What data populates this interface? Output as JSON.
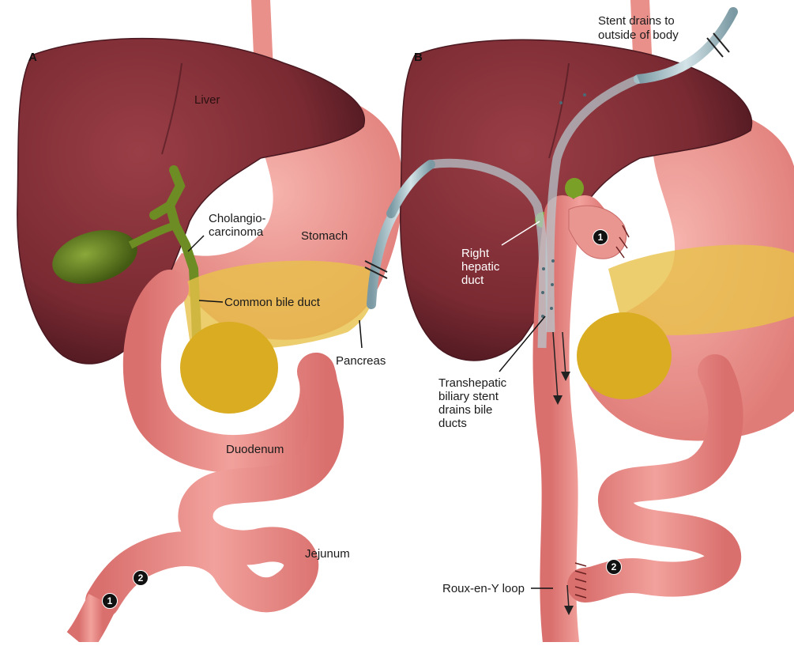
{
  "panels": {
    "a": "A",
    "b": "B"
  },
  "labels_a": {
    "liver": "Liver",
    "cholangio_1": "Cholangio-",
    "cholangio_2": "carcinoma",
    "stomach": "Stomach",
    "common_bile_duct": "Common bile duct",
    "pancreas": "Pancreas",
    "duodenum": "Duodenum",
    "jejunum": "Jejunum"
  },
  "labels_b": {
    "stent_drains_1": "Stent drains to",
    "stent_drains_2": "outside of body",
    "right_hepatic_1": "Right",
    "right_hepatic_2": "hepatic",
    "right_hepatic_3": "duct",
    "transhepatic_1": "Transhepatic",
    "transhepatic_2": "biliary stent",
    "transhepatic_3": "drains bile",
    "transhepatic_4": "ducts",
    "roux": "Roux-en-Y loop"
  },
  "badges": {
    "one": "1",
    "two": "2"
  },
  "colors": {
    "liver": "#7a2a32",
    "liver_dark": "#5a1c24",
    "gallbladder": "#5e7a1e",
    "intestine": "#e48a86",
    "intestine_shadow": "#c96a68",
    "pancreas": "#e8c24a",
    "stent": "#9fb8bf"
  }
}
